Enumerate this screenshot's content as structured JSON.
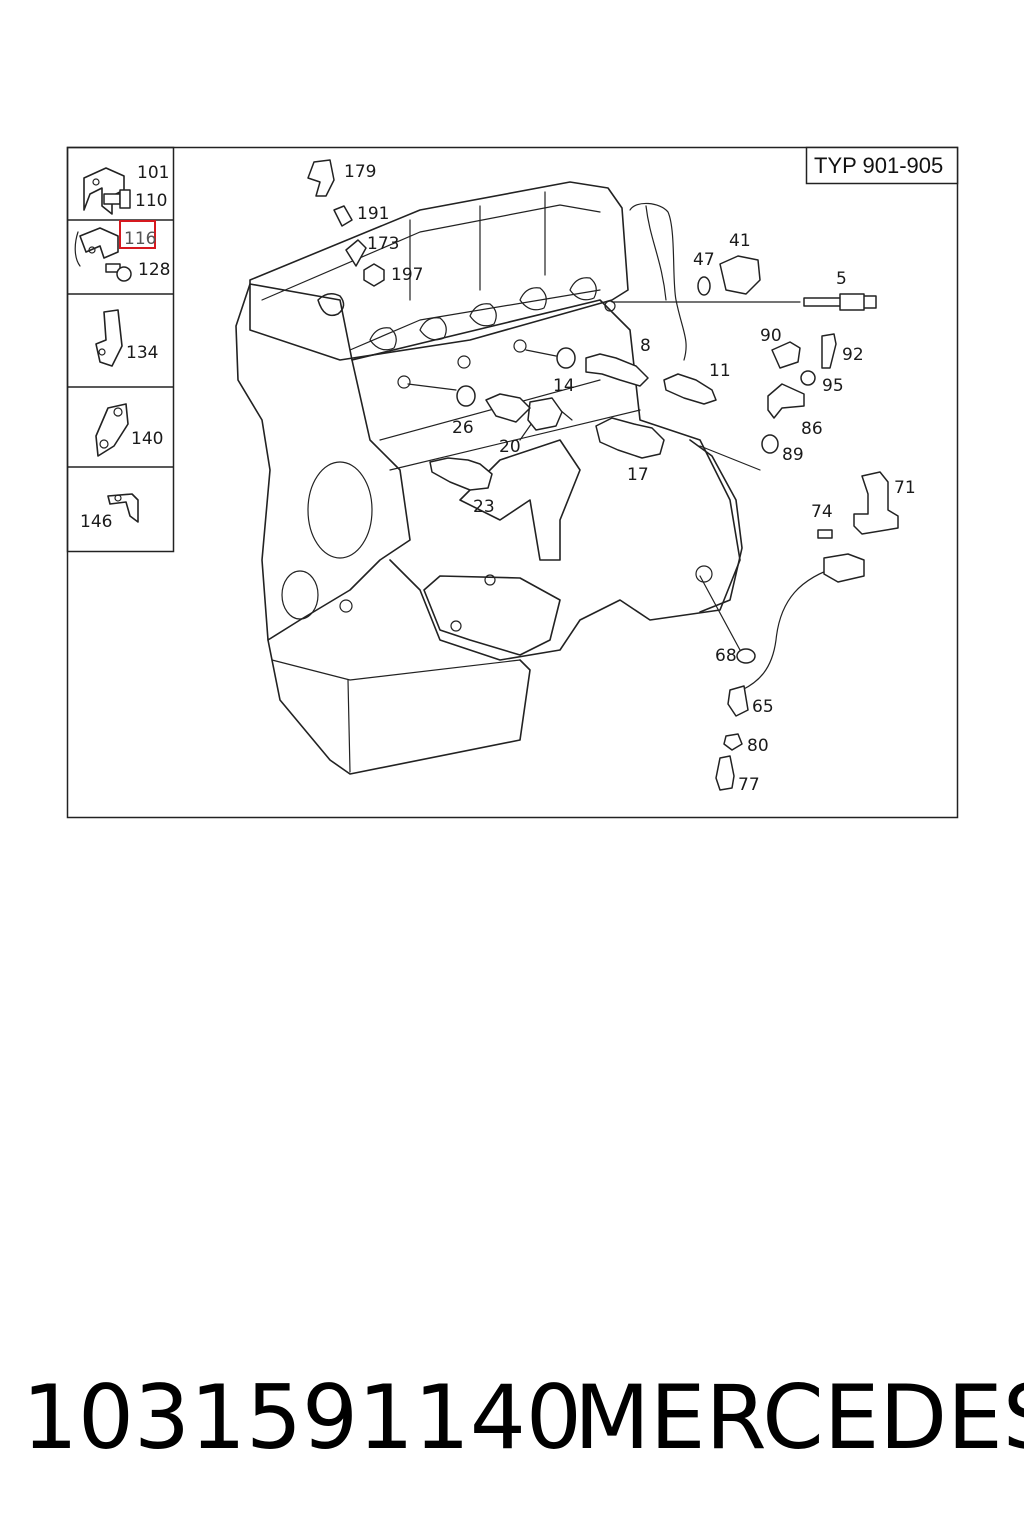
{
  "diagram": {
    "type_label": "TYP 901-905",
    "highlighted_part": "116",
    "highlight_color": "#d6191f",
    "sidebar_parts": [
      "101",
      "110",
      "116",
      "128",
      "134",
      "140",
      "146"
    ],
    "callouts": [
      "179",
      "191",
      "173",
      "197",
      "47",
      "41",
      "5",
      "8",
      "14",
      "11",
      "26",
      "20",
      "90",
      "92",
      "95",
      "86",
      "17",
      "89",
      "23",
      "71",
      "74",
      "68",
      "65",
      "80",
      "77"
    ]
  },
  "footer": {
    "part_number": "1031591140",
    "brand": "MERCEDES"
  }
}
